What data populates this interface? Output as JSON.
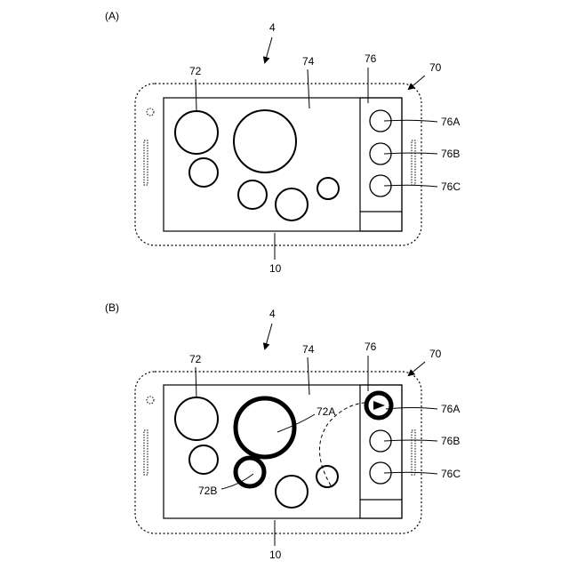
{
  "figures": [
    {
      "panel_label": "(A)",
      "device_ref": "4",
      "housing_ref": "70",
      "screen_ref": "10",
      "area_ref": "74",
      "icons_ref": "72",
      "sidebar_ref": "76",
      "sidebar_items": [
        "76A",
        "76B",
        "76C"
      ]
    },
    {
      "panel_label": "(B)",
      "device_ref": "4",
      "housing_ref": "70",
      "screen_ref": "10",
      "area_ref": "74",
      "icons_ref": "72",
      "sidebar_ref": "76",
      "sidebar_items": [
        "76A",
        "76B",
        "76C"
      ],
      "highlight_large": "72A",
      "highlight_small": "72B"
    }
  ],
  "colors": {
    "line": "#000000",
    "background": "#ffffff"
  }
}
